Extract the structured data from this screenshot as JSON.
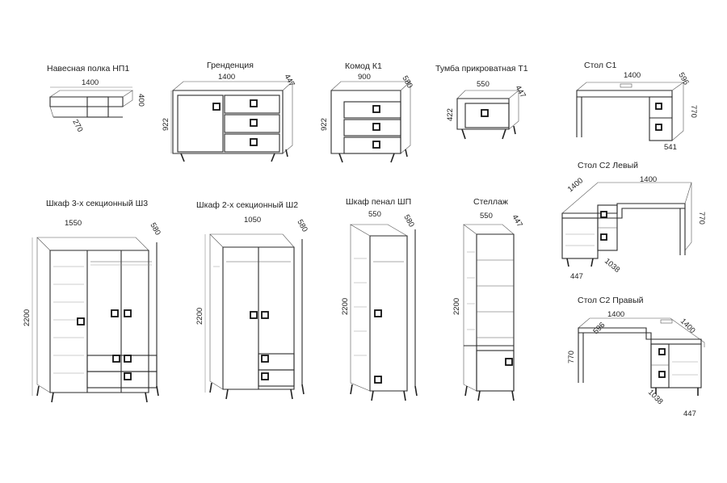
{
  "items": [
    {
      "name": "Навесная полка НП1",
      "dims": [
        "1400",
        "400",
        "270"
      ]
    },
    {
      "name": "Гренденция",
      "dims": [
        "1400",
        "447",
        "922"
      ]
    },
    {
      "name": "Комод К1",
      "dims": [
        "900",
        "580",
        "922"
      ]
    },
    {
      "name": "Тумба прикроватная Т1",
      "dims": [
        "550",
        "447",
        "422"
      ]
    },
    {
      "name": "Стол С1",
      "dims": [
        "1400",
        "596",
        "770",
        "541"
      ]
    },
    {
      "name": "Стол С2 Левый",
      "dims": [
        "1400",
        "1400",
        "770",
        "1038",
        "447"
      ]
    },
    {
      "name": "Шкаф 3-х секционный Ш3",
      "dims": [
        "1550",
        "580",
        "2200"
      ]
    },
    {
      "name": "Шкаф 2-х секционный Ш2",
      "dims": [
        "1050",
        "580",
        "2200"
      ]
    },
    {
      "name": "Шкаф пенал ШП",
      "dims": [
        "550",
        "580",
        "2200"
      ]
    },
    {
      "name": "Стеллаж",
      "dims": [
        "550",
        "447",
        "2200"
      ]
    },
    {
      "name": "Стол С2 Правый",
      "dims": [
        "1400",
        "1400",
        "770",
        "596",
        "1038",
        "447"
      ]
    }
  ]
}
